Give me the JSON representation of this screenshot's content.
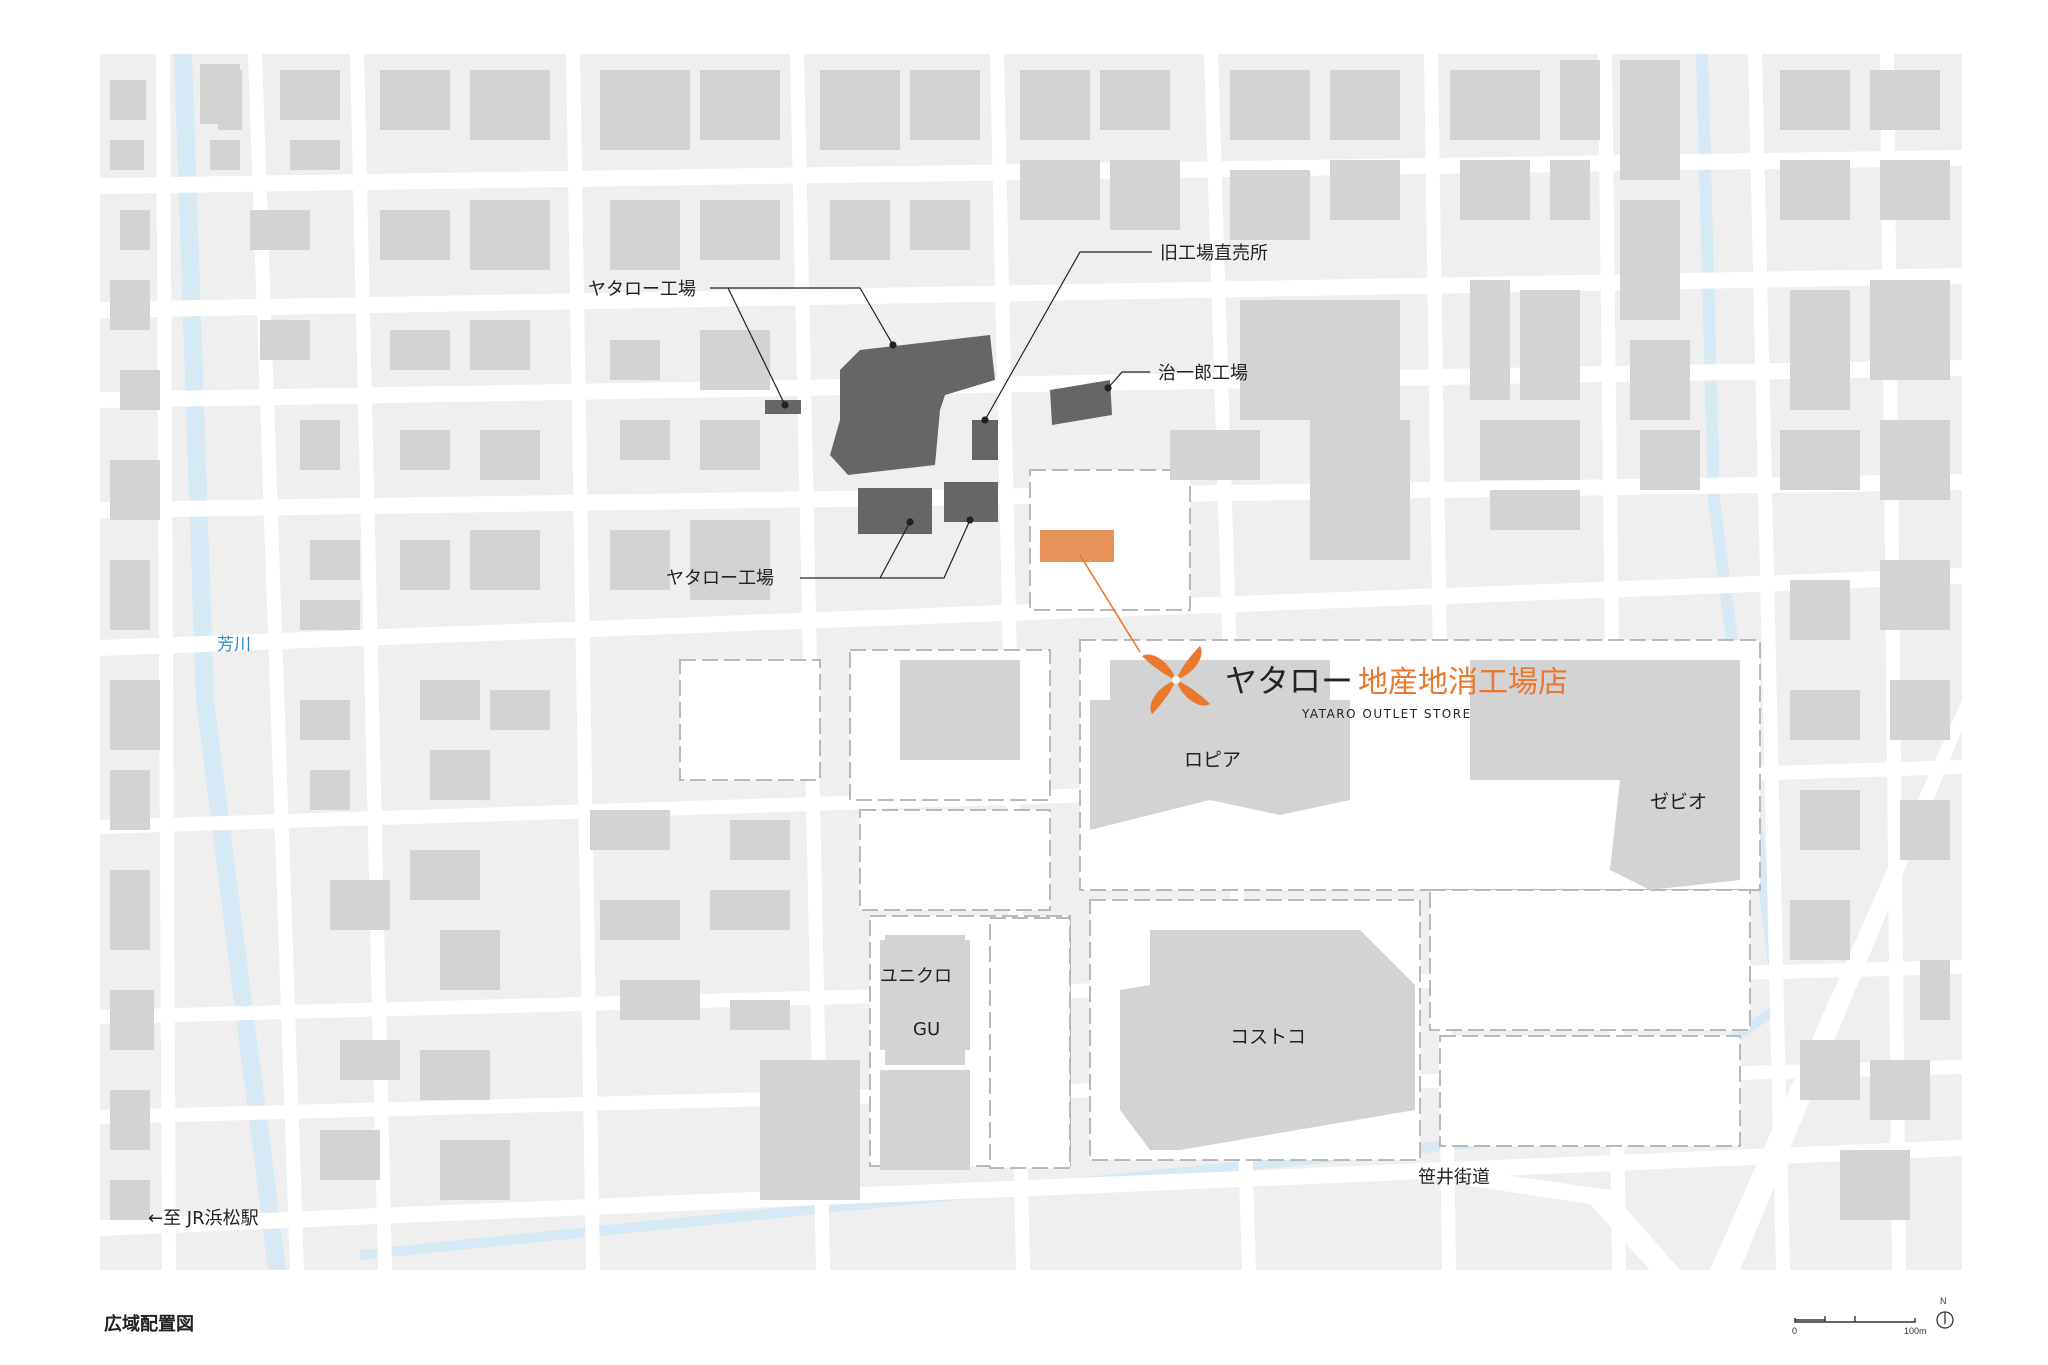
{
  "map": {
    "title": "広域配置図",
    "labels": {
      "yataro_factory_north": "ヤタロー工場",
      "old_factory_shop": "旧工場直売所",
      "jiichiro_factory": "治一郎工場",
      "yataro_factory_south": "ヤタロー工場",
      "river": "芳川",
      "lopia": "ロピア",
      "xebio": "ゼビオ",
      "uniqlo": "ユニクロ",
      "gu": "GU",
      "costco": "コストコ",
      "sasai_road": "笹井街道",
      "to_station": "←至 JR浜松駅"
    },
    "store_logo": {
      "brand": "ヤタロー",
      "store_name": "地産地消工場店",
      "english": "YATARO OUTLET STORE"
    },
    "scale": {
      "start": "0",
      "end": "100m"
    },
    "north": "N",
    "colors": {
      "road": "#ffffff",
      "block": "#efefef",
      "building": "#d3d3d3",
      "factory": "#666666",
      "river": "#d6e9f4",
      "highlight": "#e8935a",
      "accent": "#e8792d"
    }
  }
}
